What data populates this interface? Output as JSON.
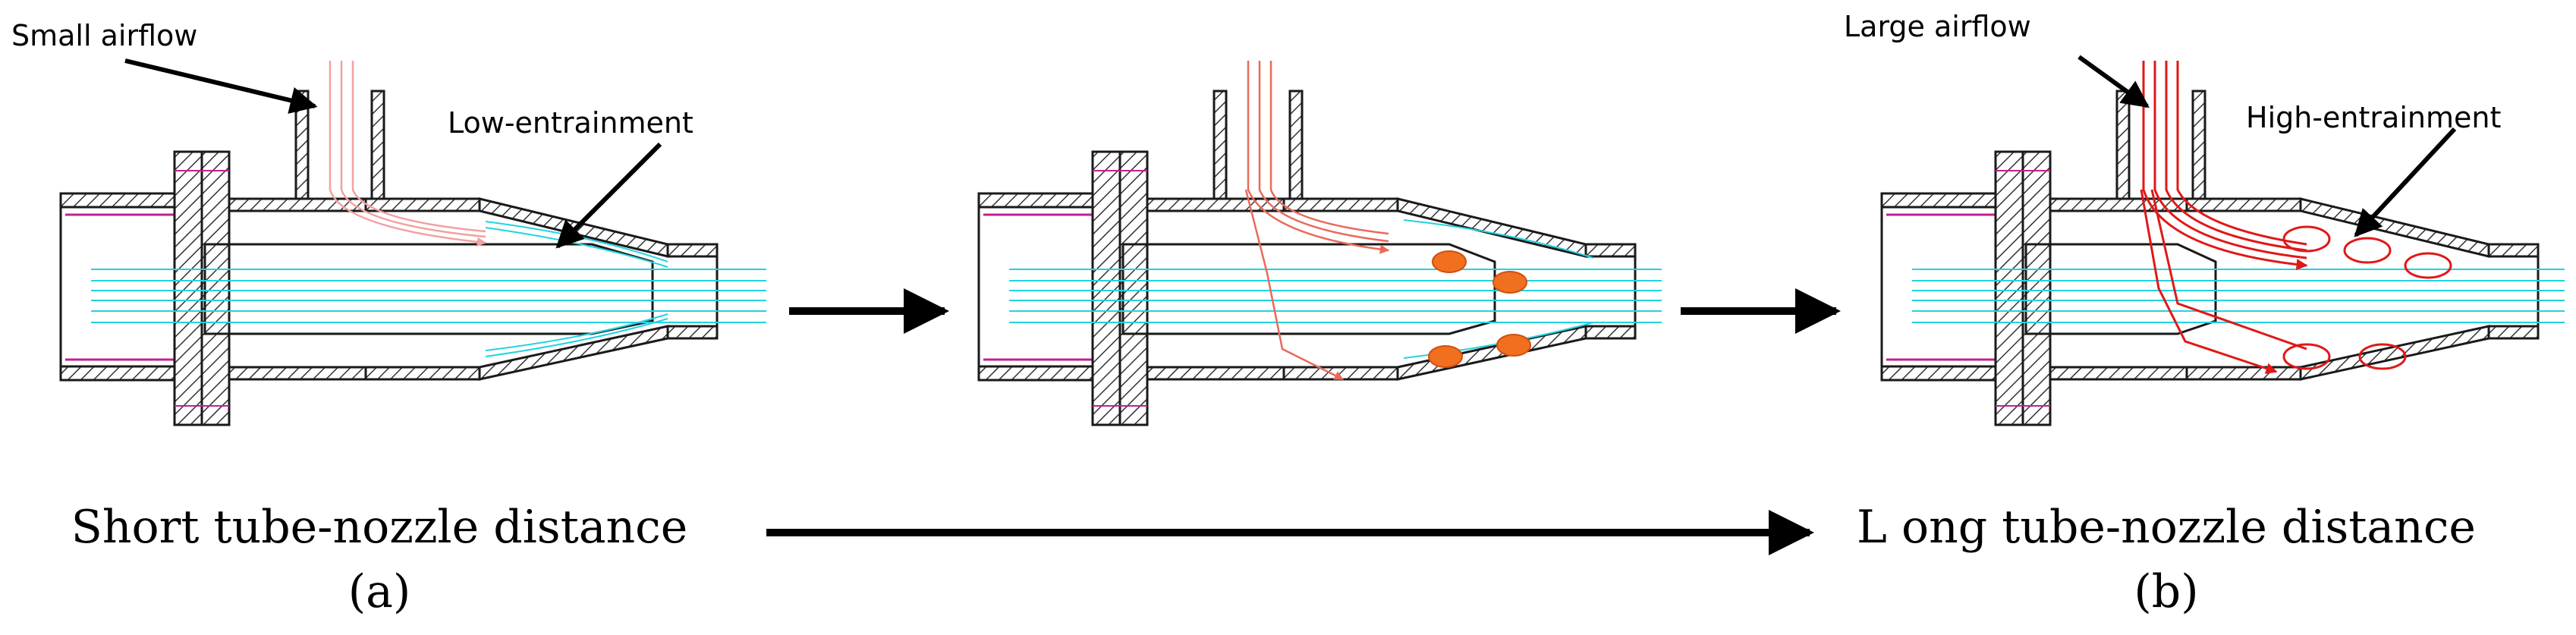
{
  "labels": {
    "small_airflow": "Small airflow",
    "large_airflow": "Large airflow",
    "low_entrainment": "Low-entrainment",
    "high_entrainment": "High-entrainment",
    "short_caption": "Short tube-nozzle distance",
    "long_caption": "L ong tube-nozzle distance",
    "panel_a": "(a)",
    "panel_b": "(b)"
  },
  "colors": {
    "outline": "#1a1a1a",
    "hatch": "#333333",
    "nozzle_flow": "#22d3e0",
    "small_flow": "#f3a0a0",
    "medium_flow": "#e86a5a",
    "large_flow": "#e01818",
    "vortex_orange": "#f07020",
    "bore_line": "#c02090",
    "arrow": "#000000"
  }
}
